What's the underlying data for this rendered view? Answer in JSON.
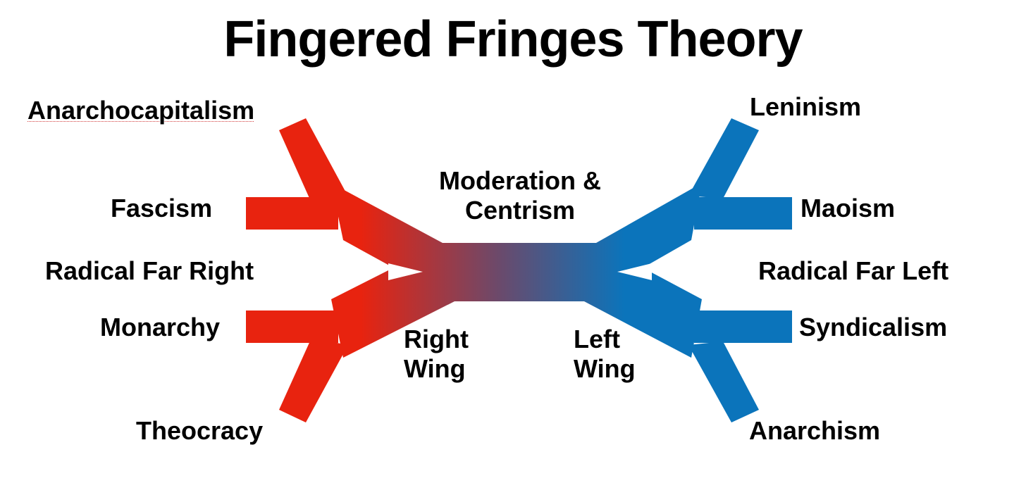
{
  "title": "Fingered Fringes Theory",
  "colors": {
    "right": "#e8230f",
    "left": "#0b74bb",
    "center": "#6a4a6c"
  },
  "center": {
    "label_line1": "Moderation &",
    "label_line2": "Centrism"
  },
  "right_wing": {
    "wing_label_line1": "Right",
    "wing_label_line2": "Wing",
    "fringe_label": "Radical Far Right",
    "fingers": [
      "Anarchocapitalism",
      "Fascism",
      "Monarchy",
      "Theocracy"
    ]
  },
  "left_wing": {
    "wing_label_line1": "Left",
    "wing_label_line2": "Wing",
    "fringe_label": "Radical Far Left",
    "fingers": [
      "Leninism",
      "Maoism",
      "Syndicalism",
      "Anarchism"
    ]
  }
}
